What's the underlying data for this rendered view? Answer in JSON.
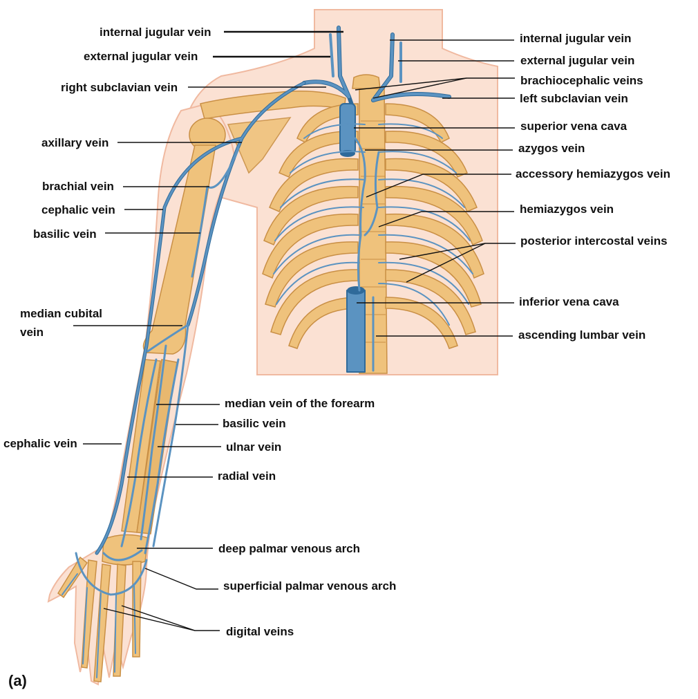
{
  "panel_label": "(a)",
  "colors": {
    "skin": "#fbe1d3",
    "skin_edge": "#f0b9a0",
    "bone": "#efc27c",
    "bone_dark": "#c98f45",
    "vein": "#5b93c1",
    "vein_dark": "#2f6a9a",
    "text": "#111111"
  },
  "labels": {
    "internal_jugular_vein_right": "internal jugular vein",
    "external_jugular_vein_right": "external jugular vein",
    "right_subclavian_vein": "right subclavian vein",
    "axillary_vein": "axillary vein",
    "brachial_vein": "brachial vein",
    "cephalic_vein_arm": "cephalic vein",
    "basilic_vein_arm": "basilic vein",
    "median_cubital_vein_line1": "median cubital",
    "median_cubital_vein_line2": "vein",
    "median_vein_of_forearm": "median vein of the forearm",
    "basilic_vein_forearm": "basilic vein",
    "cephalic_vein_forearm": "cephalic vein",
    "ulnar_vein": "ulnar vein",
    "radial_vein": "radial vein",
    "deep_palmar_venous_arch": "deep palmar venous arch",
    "superficial_palmar_venous_arch": "superficial palmar venous arch",
    "digital_veins": "digital veins",
    "internal_jugular_vein_left": "internal jugular vein",
    "external_jugular_vein_left": "external jugular vein",
    "brachiocephalic_veins": "brachiocephalic veins",
    "left_subclavian_vein": "left subclavian vein",
    "superior_vena_cava": "superior vena cava",
    "azygos_vein": "azygos vein",
    "accessory_hemiazygos_vein": "accessory hemiazygos vein",
    "hemiazygos_vein": "hemiazygos vein",
    "posterior_intercostal_veins": "posterior intercostal veins",
    "inferior_vena_cava": "inferior vena cava",
    "ascending_lumbar_vein": "ascending lumbar vein"
  }
}
